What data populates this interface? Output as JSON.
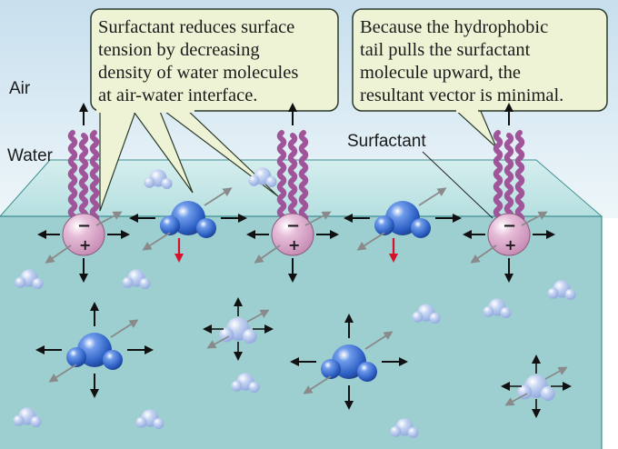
{
  "labels": {
    "air": "Air",
    "water": "Water",
    "surfactant": "Surfactant"
  },
  "callouts": {
    "left": [
      "Surfactant reduces surface",
      "tension by decreasing",
      "density of water molecules",
      "at air-water interface."
    ],
    "right": [
      "Because the hydrophobic",
      "tail pulls the surfactant",
      "molecule upward, the",
      "resultant vector is minimal."
    ]
  },
  "signs": {
    "negative": "−",
    "positive": "+"
  },
  "colors": {
    "air_top": "#c9e0ef",
    "air_bottom": "#e9f3f8",
    "water_surface": "#bfe3e4",
    "water_body": "#9dced0",
    "callout_fill": "#eef3d6",
    "callout_stroke": "#2b3a2a",
    "water_molecule": "#2f64c9",
    "faint_molecule": "#a9bde6",
    "surfactant_head": "#d9a3c9",
    "surfactant_tail": "#a0559a",
    "force_arrow_black": "#111111",
    "force_arrow_red": "#d6122b",
    "resultant_arrow_gray": "#8a8a8a"
  }
}
